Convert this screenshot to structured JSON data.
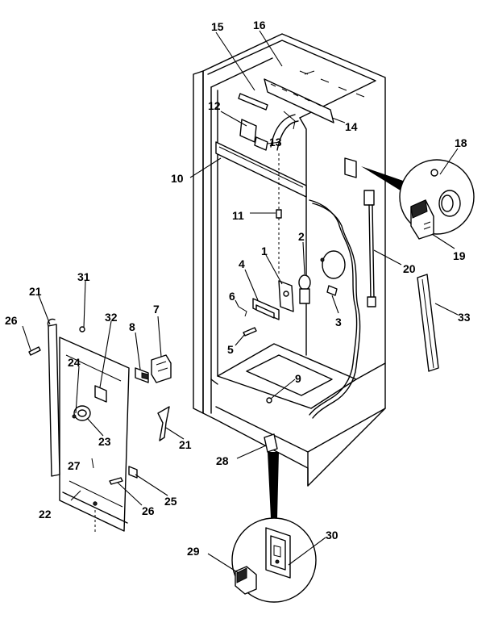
{
  "callouts": {
    "c1": "1",
    "c2": "2",
    "c3": "3",
    "c4": "4",
    "c5": "5",
    "c6": "6",
    "c7": "7",
    "c8": "8",
    "c9": "9",
    "c10": "10",
    "c11": "11",
    "c12": "12",
    "c13": "13",
    "c14": "14",
    "c15": "15",
    "c16": "16",
    "c18": "18",
    "c19": "19",
    "c20": "20",
    "c21a": "21",
    "c21b": "21",
    "c22": "22",
    "c23": "23",
    "c24": "24",
    "c25": "25",
    "c26a": "26",
    "c26b": "26",
    "c27": "27",
    "c28": "28",
    "c29": "29",
    "c30": "30",
    "c31": "31",
    "c32": "32",
    "c33": "33"
  }
}
